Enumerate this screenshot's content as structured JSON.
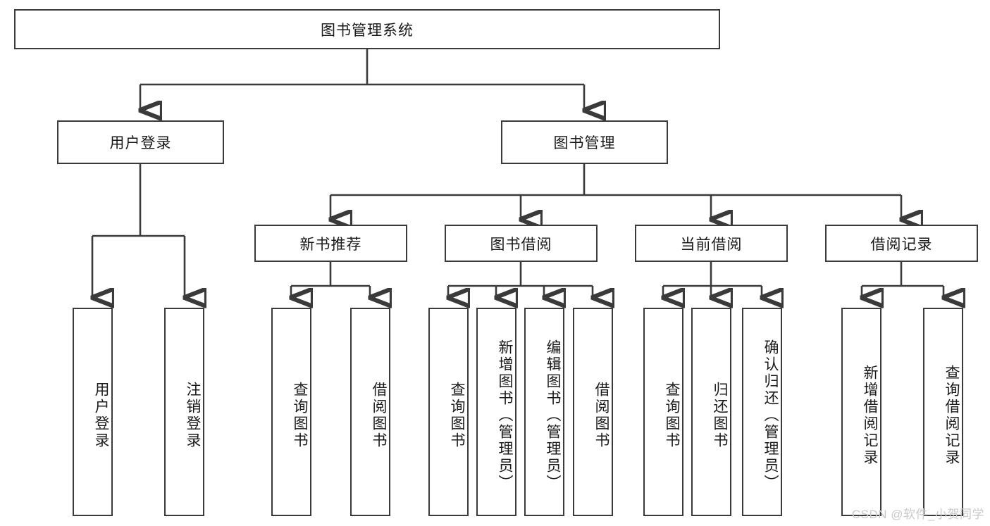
{
  "diagram": {
    "title": "图书管理系统",
    "root": {
      "label": "图书管理系统"
    },
    "level1": [
      {
        "label": "用户登录"
      },
      {
        "label": "图书管理"
      }
    ],
    "level2": [
      {
        "label": "新书推荐"
      },
      {
        "label": "图书借阅"
      },
      {
        "label": "当前借阅"
      },
      {
        "label": "借阅记录"
      }
    ],
    "leaves": {
      "user_login": [
        {
          "label": "用户登录"
        },
        {
          "label": "注销登录"
        }
      ],
      "new_book_recommend": [
        {
          "label": "查询图书"
        },
        {
          "label": "借阅图书"
        }
      ],
      "book_borrow": [
        {
          "label": "查询图书"
        },
        {
          "label": "新增图书（管理员）"
        },
        {
          "label": "编辑图书（管理员）"
        },
        {
          "label": "借阅图书"
        }
      ],
      "current_borrow": [
        {
          "label": "查询图书"
        },
        {
          "label": "归还图书"
        },
        {
          "label": "确认归还（管理员）"
        }
      ],
      "borrow_record": [
        {
          "label": "新增借阅记录"
        },
        {
          "label": "查询借阅记录"
        }
      ]
    }
  },
  "watermark": {
    "text": "CSDN @软件_小贺同学"
  },
  "colors": {
    "stroke": "#3a3a3a",
    "fill": "#ffffff",
    "text": "#1a1a1a",
    "watermark": "#c9c9c9"
  }
}
